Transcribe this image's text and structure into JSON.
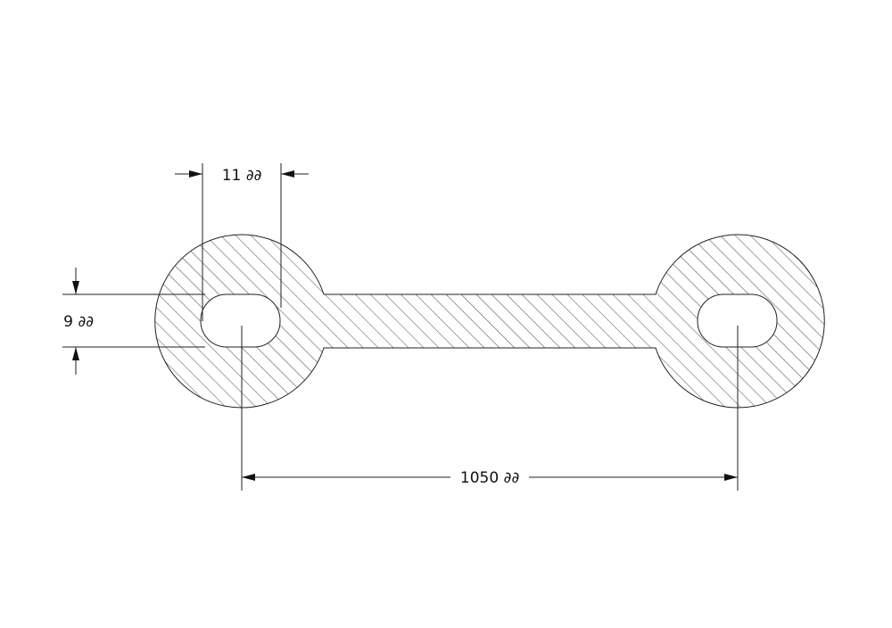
{
  "drawing": {
    "dimensions": {
      "slot_width": "11 ∂∂",
      "slot_height": "9 ∂∂",
      "center_distance": "1050 ∂∂"
    },
    "colors": {
      "line": "#222222",
      "hatch": "#333333",
      "background": "#ffffff"
    }
  }
}
